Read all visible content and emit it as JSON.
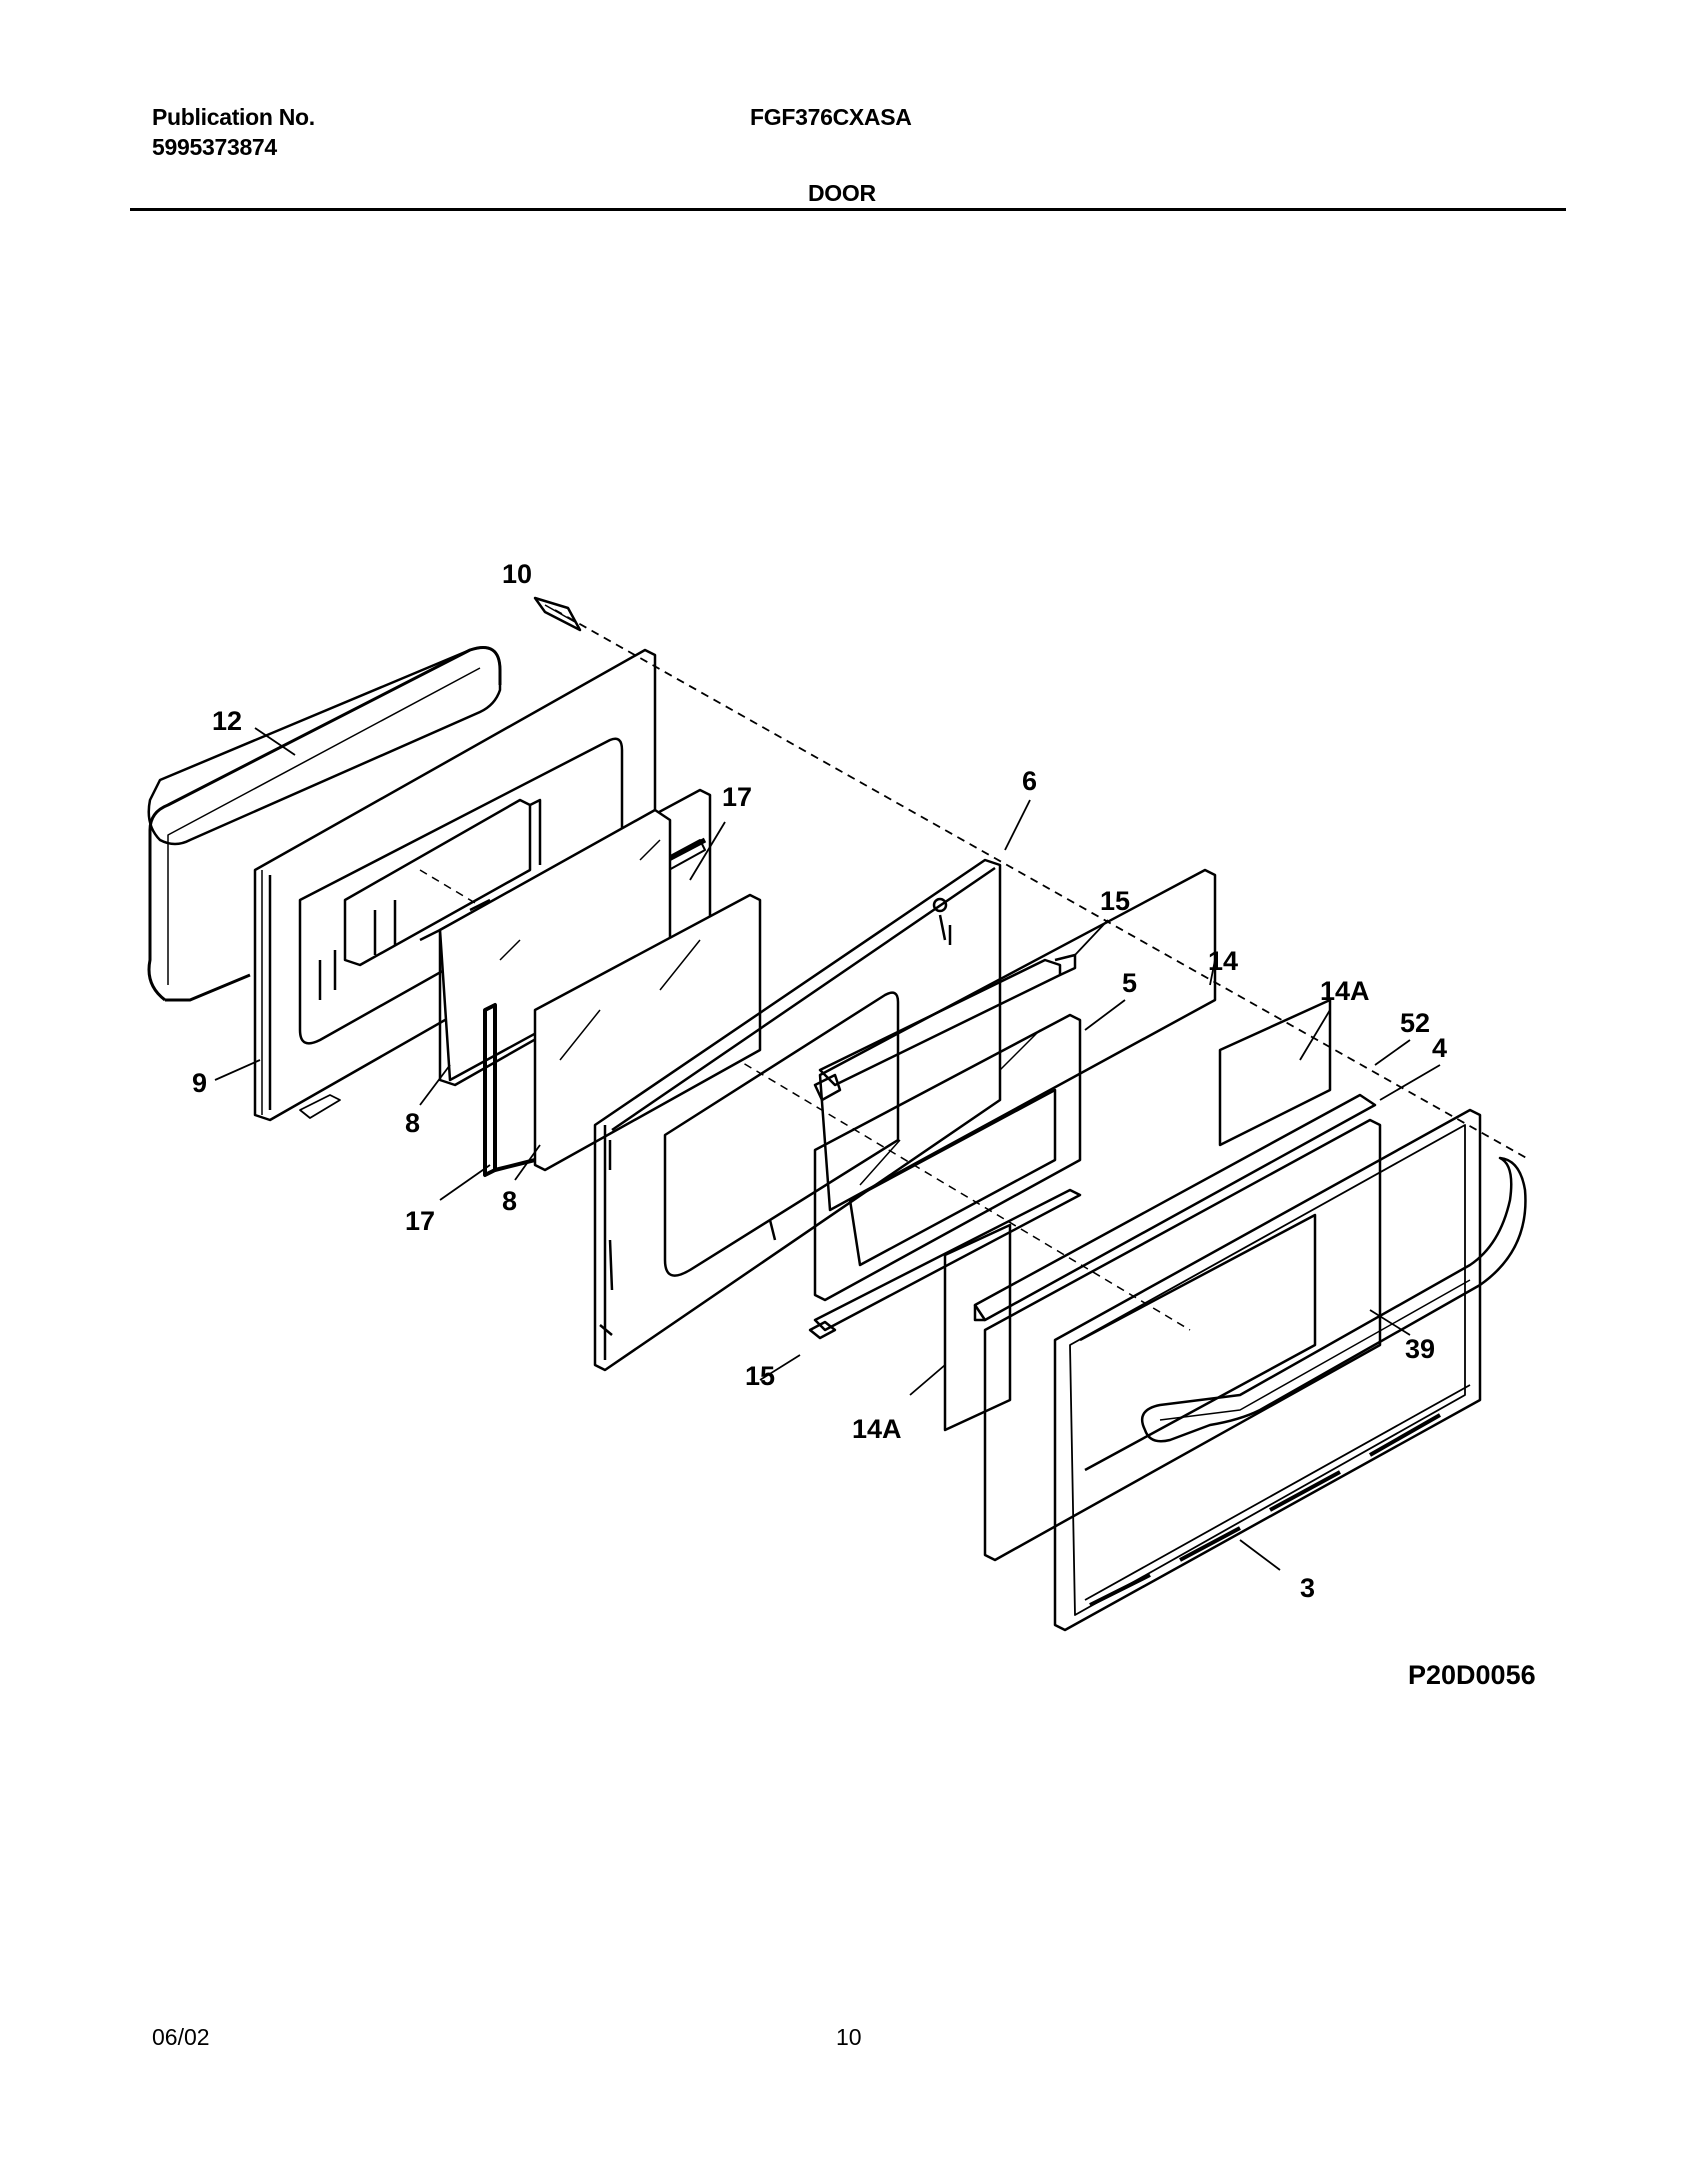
{
  "header": {
    "publication_label": "Publication No.",
    "publication_number": "5995373874",
    "model": "FGF376CXASA",
    "section_title": "DOOR"
  },
  "diagram": {
    "callouts": {
      "c10": "10",
      "c12": "12",
      "c17_top": "17",
      "c6": "6",
      "c15_top": "15",
      "c14": "14",
      "c5": "5",
      "c14A_top": "14A",
      "c52": "52",
      "c4": "4",
      "c9": "9",
      "c8_left": "8",
      "c17_bottom": "17",
      "c8_right": "8",
      "c39": "39",
      "c15_bottom": "15",
      "c14A_bottom": "14A",
      "c3": "3"
    },
    "code": "P20D0056"
  },
  "footer": {
    "date": "06/02",
    "page": "10"
  }
}
